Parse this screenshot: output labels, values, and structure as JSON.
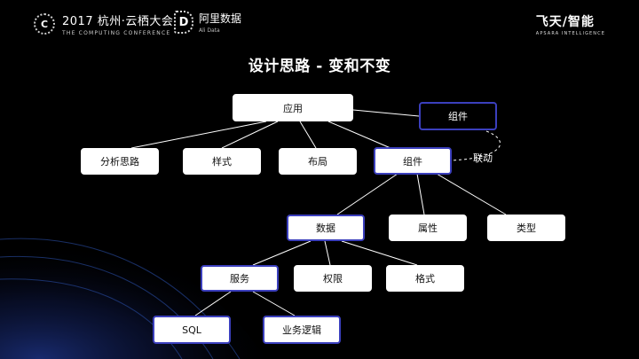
{
  "header": {
    "conf_logo_mark": "C",
    "conf_title": "2017 杭州·云栖大会",
    "conf_subtitle": "THE COMPUTING CONFERENCE",
    "ali_mark": "D",
    "ali_cn": "阿里数据",
    "ali_en": "Ali Data",
    "brand_cn": "飞天/智能",
    "brand_en": "APSARA INTELLIGENCE"
  },
  "title": "设计思路 - 变和不变",
  "diagram": {
    "nodes": {
      "app": "应用",
      "comp_top": "组件",
      "analysis": "分析思路",
      "style": "样式",
      "layout": "布局",
      "comp": "组件",
      "data": "数据",
      "attr": "属性",
      "type": "类型",
      "service": "服务",
      "perm": "权限",
      "format": "格式",
      "sql": "SQL",
      "logic": "业务逻辑"
    },
    "edge_labels": {
      "link": "联动"
    },
    "colors": {
      "blue_border": "#3b3fbd",
      "line": "#ffffff",
      "node_fill": "#ffffff"
    }
  }
}
